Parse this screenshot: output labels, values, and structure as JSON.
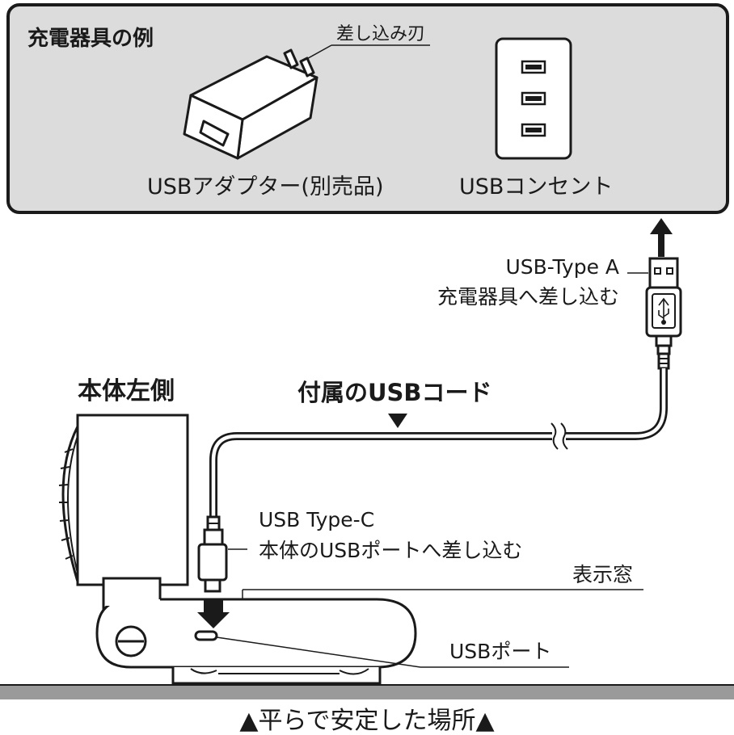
{
  "charger_panel": {
    "title": "充電器具の例",
    "adapter_label": "USBアダプター(別売品)",
    "blade_label": "差し込み刃",
    "outlet_label": "USBコンセント"
  },
  "device": {
    "title": "本体左側",
    "display_window_label": "表示窓",
    "usb_port_label": "USBポート"
  },
  "cable": {
    "title": "付属のUSBコード",
    "type_a_label": "USB-Type A",
    "type_a_instruction": "充電器具へ差し込む",
    "type_c_label": "USB Type-C",
    "type_c_instruction": "本体のUSBポートへ差し込む"
  },
  "footer": {
    "surface_label": "▲平らで安定した場所▲"
  },
  "colors": {
    "panel_fill": "#dcdcdc",
    "surface_fill": "#9a9a9a",
    "line": "#1a1a1a"
  }
}
